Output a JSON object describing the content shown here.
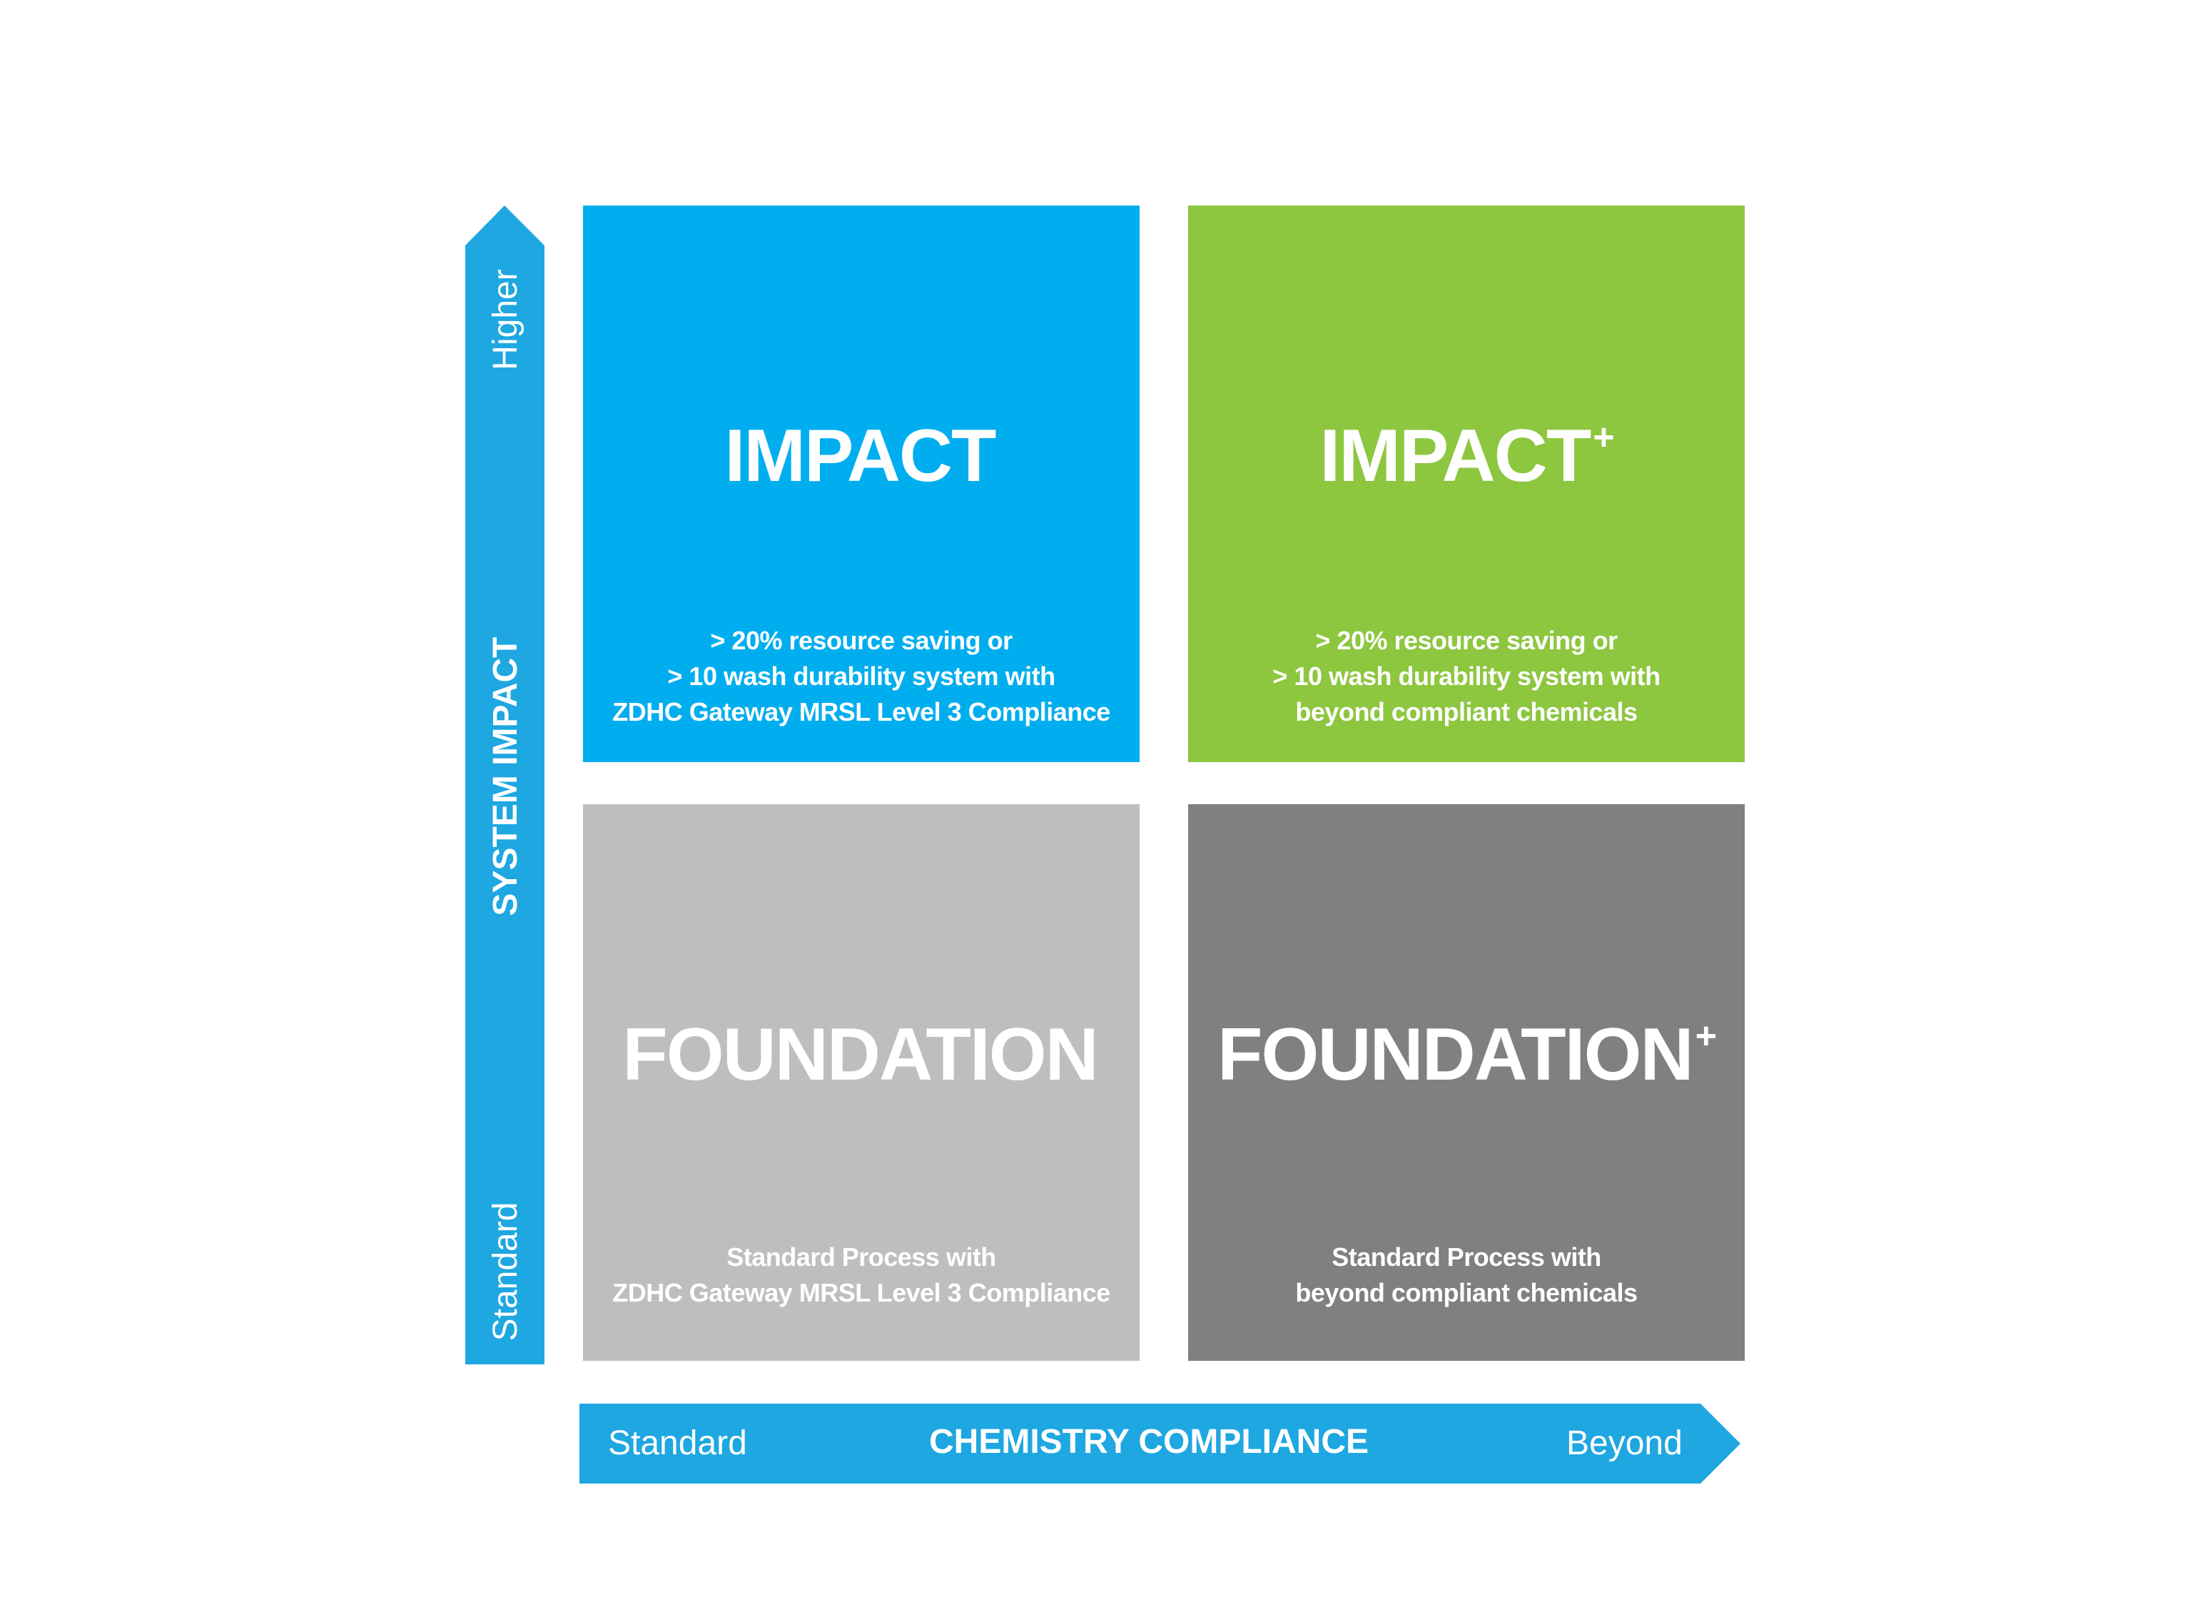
{
  "quadrants": {
    "impact": {
      "title": "IMPACT",
      "superscript": "",
      "lines": [
        "> 20% resource saving or",
        "> 10 wash durability system with",
        "ZDHC Gateway MRSL Level 3 Compliance"
      ],
      "color": "#00AEEF"
    },
    "impact_plus": {
      "title": "IMPACT",
      "superscript": "+",
      "lines": [
        "> 20% resource saving or",
        "> 10 wash durability system with",
        "beyond compliant chemicals"
      ],
      "color": "#8DC63F"
    },
    "foundation": {
      "title": "FOUNDATION",
      "superscript": "",
      "lines": [
        "Standard Process with",
        "ZDHC Gateway MRSL Level 3 Compliance"
      ],
      "color": "#BEBEBE"
    },
    "foundation_plus": {
      "title": "FOUNDATION",
      "superscript": "+",
      "lines": [
        "Standard Process with",
        "beyond compliant chemicals"
      ],
      "color": "#808080"
    }
  },
  "x_axis": {
    "title": "CHEMISTRY COMPLIANCE",
    "low_label": "Standard",
    "high_label": "Beyond",
    "color": "#1EA7E1"
  },
  "y_axis": {
    "title": "SYSTEM IMPACT",
    "low_label": "Standard",
    "high_label": "Higher",
    "color": "#1EA7E1"
  }
}
